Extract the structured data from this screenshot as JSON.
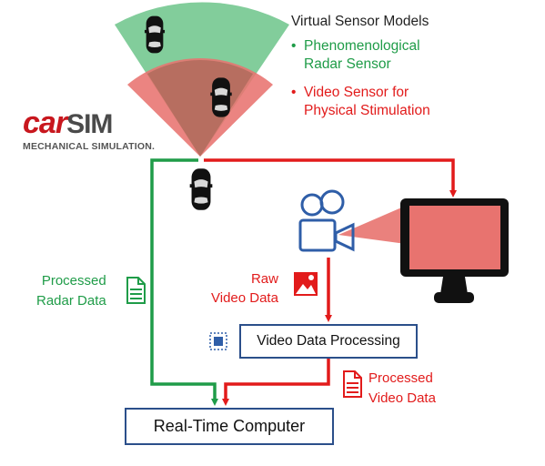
{
  "legend": {
    "title": "Virtual Sensor Models",
    "items": [
      {
        "bullet": "•",
        "lines": [
          "Phenomenological",
          "Radar Sensor"
        ],
        "color": "#1f9c48"
      },
      {
        "bullet": "•",
        "lines": [
          "Video Sensor for",
          "Physical Stimulation"
        ],
        "color": "#e21b1b"
      }
    ]
  },
  "logo": {
    "brand_car": "car",
    "brand_sim": "SIM",
    "subtitle": "MECHANICAL SIMULATION."
  },
  "labels": {
    "processed_radar": [
      "Processed",
      "Radar Data"
    ],
    "raw_video": [
      "Raw",
      "Video Data"
    ],
    "processed_video": [
      "Processed",
      "Video Data"
    ]
  },
  "boxes": {
    "video_processing": "Video Data Processing",
    "real_time_computer": "Real-Time Computer"
  },
  "colors": {
    "radar_green": "#1f9c48",
    "video_red": "#e21b1b",
    "radar_cone": "#6cc48a",
    "video_cone": "#e8736f",
    "box_border": "#2b4f8a",
    "camera_blue": "#2f5ea8"
  },
  "icons": [
    "document-icon",
    "image-icon",
    "chip-icon",
    "video-camera-icon",
    "monitor-icon",
    "car-icon"
  ]
}
